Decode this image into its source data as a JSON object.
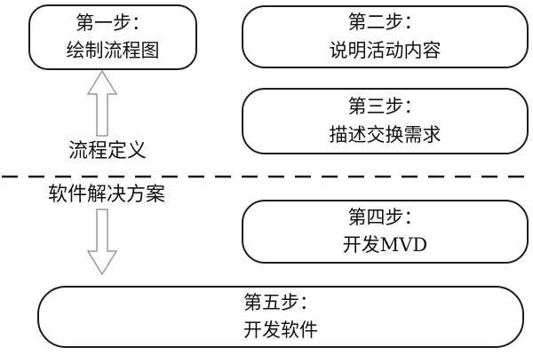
{
  "diagram": {
    "background_color": "#ffffff",
    "box_border_color": "#1c1c1c",
    "text_color": "#111111",
    "arrow_outline_color": "#999999",
    "divider_color": "#1a1a1a",
    "boxes": [
      {
        "id": "step1",
        "line1": "第一步：",
        "line2": "绘制流程图"
      },
      {
        "id": "step2",
        "line1": "第二步：",
        "line2": "说明活动内容"
      },
      {
        "id": "step3",
        "line1": "第三步：",
        "line2": "描述交换需求"
      },
      {
        "id": "step4",
        "line1": "第四步：",
        "line2": "开发MVD"
      },
      {
        "id": "step5",
        "line1": "第五步：",
        "line2": "开发软件"
      }
    ],
    "labels": {
      "above_divider": "流程定义",
      "below_divider": "软件解决方案"
    }
  }
}
